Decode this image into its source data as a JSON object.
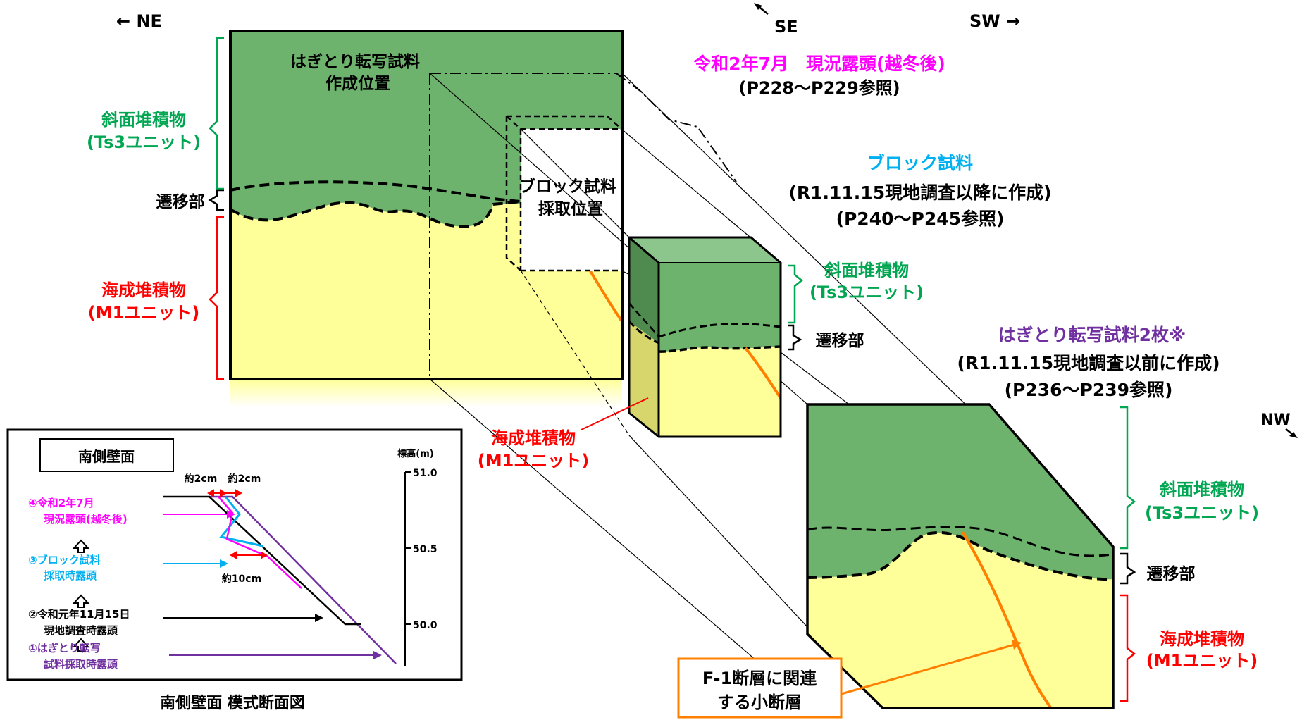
{
  "directions": {
    "ne": "← NE",
    "se": "SE",
    "sw": "SW →",
    "nw": "NW"
  },
  "main_panel": {
    "peel_position_line1": "はぎとり転写試料",
    "peel_position_line2": "作成位置",
    "block_position_line1": "ブロック試料",
    "block_position_line2": "採取位置",
    "slope_deposit": "斜面堆積物",
    "slope_unit": "(Ts3ユニット)",
    "transition": "遷移部",
    "marine_deposit": "海成堆積物",
    "marine_unit": "(M1ユニット)"
  },
  "current_outcrop": {
    "title": "令和2年7月　現況露頭(越冬後)",
    "ref": "(P228～P229参照)"
  },
  "block_sample": {
    "title": "ブロック試料",
    "subtitle": "(R1.11.15現地調査以降に作成)",
    "ref": "(P240～P245参照)",
    "slope_deposit": "斜面堆積物",
    "slope_unit": "(Ts3ユニット)",
    "transition": "遷移部",
    "marine_deposit": "海成堆積物",
    "marine_unit": "(M1ユニット)"
  },
  "peel_sample": {
    "title": "はぎとり転写試料2枚※",
    "subtitle": "(R1.11.15現地調査以前に作成)",
    "ref": "(P236～P239参照)",
    "slope_deposit": "斜面堆積物",
    "slope_unit": "(Ts3ユニット)",
    "transition": "遷移部",
    "marine_deposit": "海成堆積物",
    "marine_unit": "(M1ユニット)"
  },
  "fault_callout": {
    "line1": "F-1断層に関連",
    "line2": "する小断層"
  },
  "section_inset": {
    "header": "南側壁面",
    "caption": "南側壁面 模式断面図",
    "elev_label": "標高(m)",
    "ticks": [
      "51.0",
      "50.5",
      "50.0"
    ],
    "dim_2cm_a": "約2cm",
    "dim_2cm_b": "約2cm",
    "dim_10cm": "約10cm",
    "stage4_line1": "④令和2年7月",
    "stage4_line2": "現況露頭(越冬後)",
    "stage3_line1": "③ブロック試料",
    "stage3_line2": "採取時露頭",
    "stage2_line1": "②令和元年11月15日",
    "stage2_line2": "現地調査時露頭",
    "stage1_line1": "①はぎとり転写",
    "stage1_line2": "試料採取時露頭"
  },
  "colors": {
    "green_deposit": "#6db36d",
    "yellow_deposit": "#ffff99",
    "label_green": "#00a651",
    "label_red": "#ff0000",
    "label_magenta": "#ff00ff",
    "label_cyan": "#00b0f0",
    "label_purple": "#7030a0",
    "fault_orange": "#ff7f00"
  }
}
